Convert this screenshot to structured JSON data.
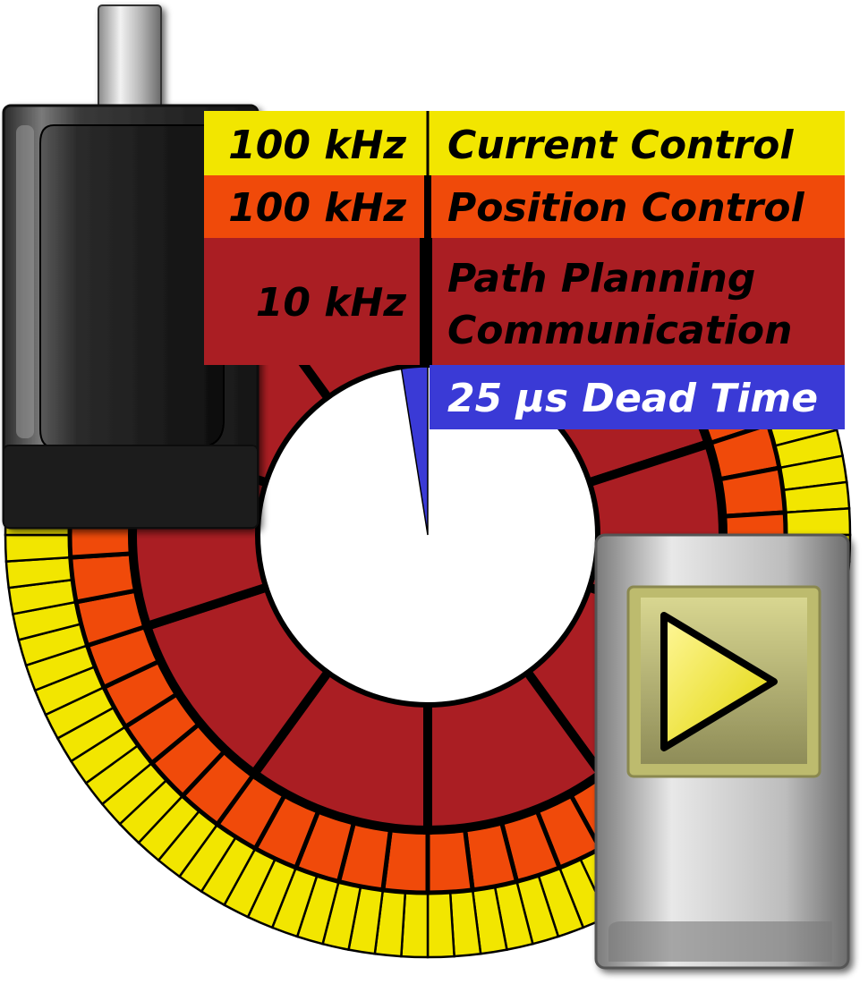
{
  "diagram": {
    "colors": {
      "current_control": "#f2e600",
      "position_control": "#f04a0a",
      "path_planning": "#aa1e23",
      "dead_time": "#3a3ad6",
      "outline": "#000000"
    },
    "bands": [
      {
        "frequency": "100 kHz",
        "task": "Current Control"
      },
      {
        "frequency": "100 kHz",
        "task": "Position Control"
      },
      {
        "frequency": "10 kHz",
        "task": "Path Planning",
        "task_line2": "Communication"
      },
      {
        "frequency": "",
        "task": "25 µs Dead Time"
      }
    ],
    "icons": {
      "motor": "servo-motor-icon",
      "controller": "play-controller-icon"
    }
  }
}
